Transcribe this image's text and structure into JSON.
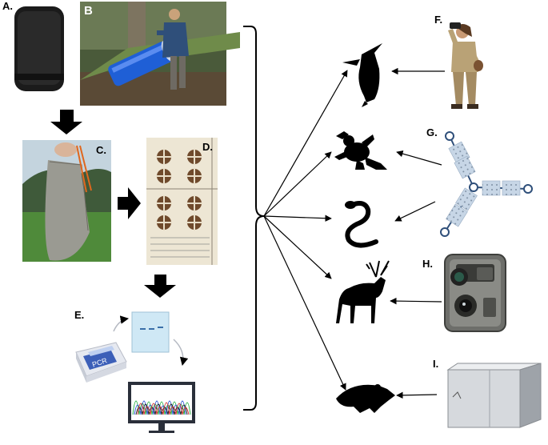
{
  "panels": {
    "a": {
      "label": "A."
    },
    "b": {
      "label": "B"
    },
    "c": {
      "label": "C."
    },
    "d": {
      "label": "D."
    },
    "e": {
      "label": "E.",
      "pcr_text": "PCR"
    },
    "f": {
      "label": "F."
    },
    "g": {
      "label": "G."
    },
    "h": {
      "label": "H."
    },
    "i": {
      "label": "I."
    }
  },
  "animals": [
    "bird-icon",
    "frog-icon",
    "snake-icon",
    "deer-icon",
    "rodent-icon"
  ],
  "colors": {
    "arrow": "#000000",
    "bag_blue": "#1f5fd6",
    "gel_blue": "#cfe8f5",
    "sticky_trap": "#d8d8d8"
  }
}
